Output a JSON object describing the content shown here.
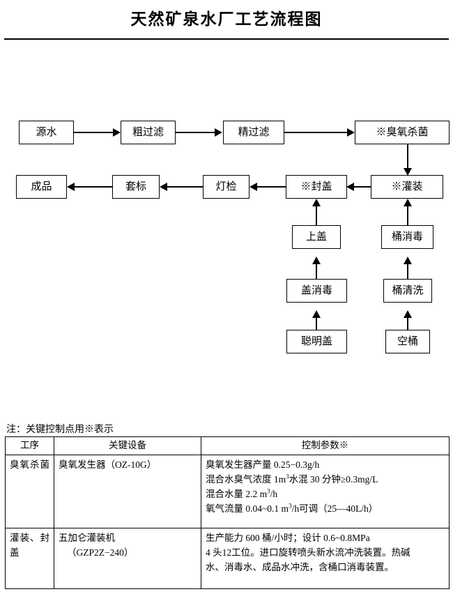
{
  "document": {
    "title": "天然矿泉水厂工艺流程图"
  },
  "flowchart": {
    "nodes": [
      {
        "id": "source-water",
        "label": "源水"
      },
      {
        "id": "coarse-filter",
        "label": "粗过滤"
      },
      {
        "id": "fine-filter",
        "label": "精过滤"
      },
      {
        "id": "ozone-steril",
        "label": "※臭氧杀菌"
      },
      {
        "id": "filling",
        "label": "※灌装"
      },
      {
        "id": "capping",
        "label": "※封盖"
      },
      {
        "id": "lamp-inspect",
        "label": "灯检"
      },
      {
        "id": "labeling",
        "label": "套标"
      },
      {
        "id": "finished-product",
        "label": "成品"
      },
      {
        "id": "cap-on",
        "label": "上盖"
      },
      {
        "id": "cap-disinfect",
        "label": "盖消毒"
      },
      {
        "id": "smart-cap",
        "label": "聪明盖"
      },
      {
        "id": "barrel-disinfect",
        "label": "桶消毒"
      },
      {
        "id": "barrel-wash",
        "label": "桶清洗"
      },
      {
        "id": "empty-barrel",
        "label": "空桶"
      }
    ]
  },
  "note": {
    "text": "注：关键控制点用※表示"
  },
  "table": {
    "headers": {
      "process": "工序",
      "equipment": "关键设备",
      "parameters": "控制参数※"
    },
    "rows": [
      {
        "process": "臭氧杀菌",
        "equipment_main": "臭氧发生器（OZ-10G）",
        "equipment_sub": "",
        "params": [
          "臭氧发生器产量 0.25−0.3g/h",
          "混合水臭气浓度 1m3水混 30 分钟≥0.3mg/L",
          "混合水量 2.2 m3/h",
          "氧气流量 0.04~0.1 m3/h可调（25—40L/h）"
        ]
      },
      {
        "process": "灌装、封盖",
        "equipment_main": "五加仑灌装机",
        "equipment_sub": "（GZP2Z−240）",
        "params": [
          "生产能力 600 桶/小时；设计 0.6~0.8MPa",
          "4 头12工位。进口旋转喷头新水流冲洗装置。热碱",
          "水、消毒水、成品水冲洗，含桶口消毒装置。"
        ]
      }
    ]
  }
}
